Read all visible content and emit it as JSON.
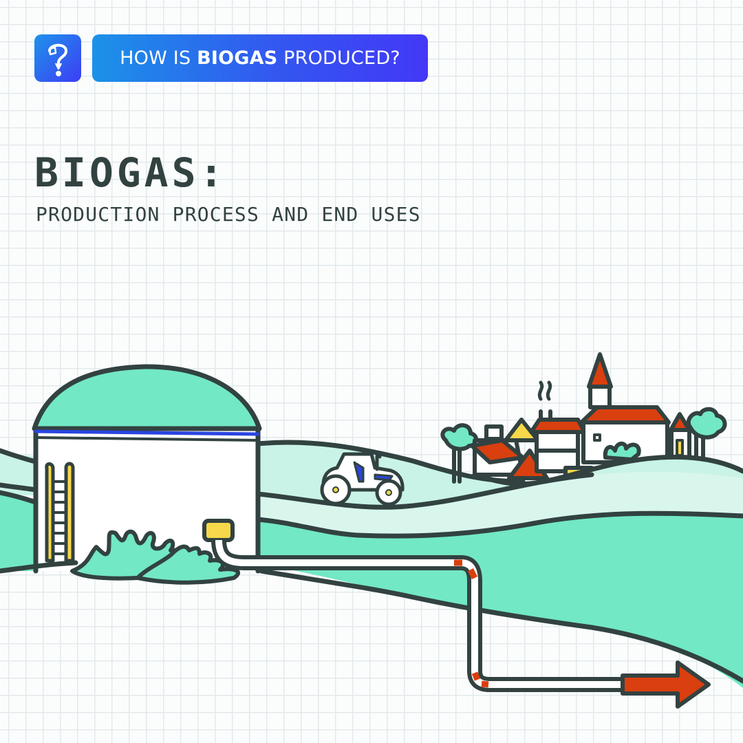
{
  "header": {
    "icon": "question-mark-pencil-icon",
    "badge_prefix": "HOW IS ",
    "badge_bold": "BIOGAS",
    "badge_suffix": " PRODUCED?"
  },
  "title": {
    "main": "BIOGAS:",
    "subtitle": "PRODUCTION PROCESS AND END USES"
  },
  "illustration": {
    "elements": [
      "biogas-digester-tank",
      "ladder",
      "gas-valve",
      "bushes",
      "tractor",
      "village",
      "church",
      "trees",
      "gas-pipeline",
      "output-arrow"
    ],
    "colors": {
      "outline": "#324241",
      "mint": "#72e8c4",
      "mint_light": "#c9f3e6",
      "red_roof": "#d93f0f",
      "yellow": "#f7d84a",
      "blue_band": "#2a45e0",
      "badge_start": "#1b92e8",
      "badge_end": "#4338f7"
    }
  }
}
